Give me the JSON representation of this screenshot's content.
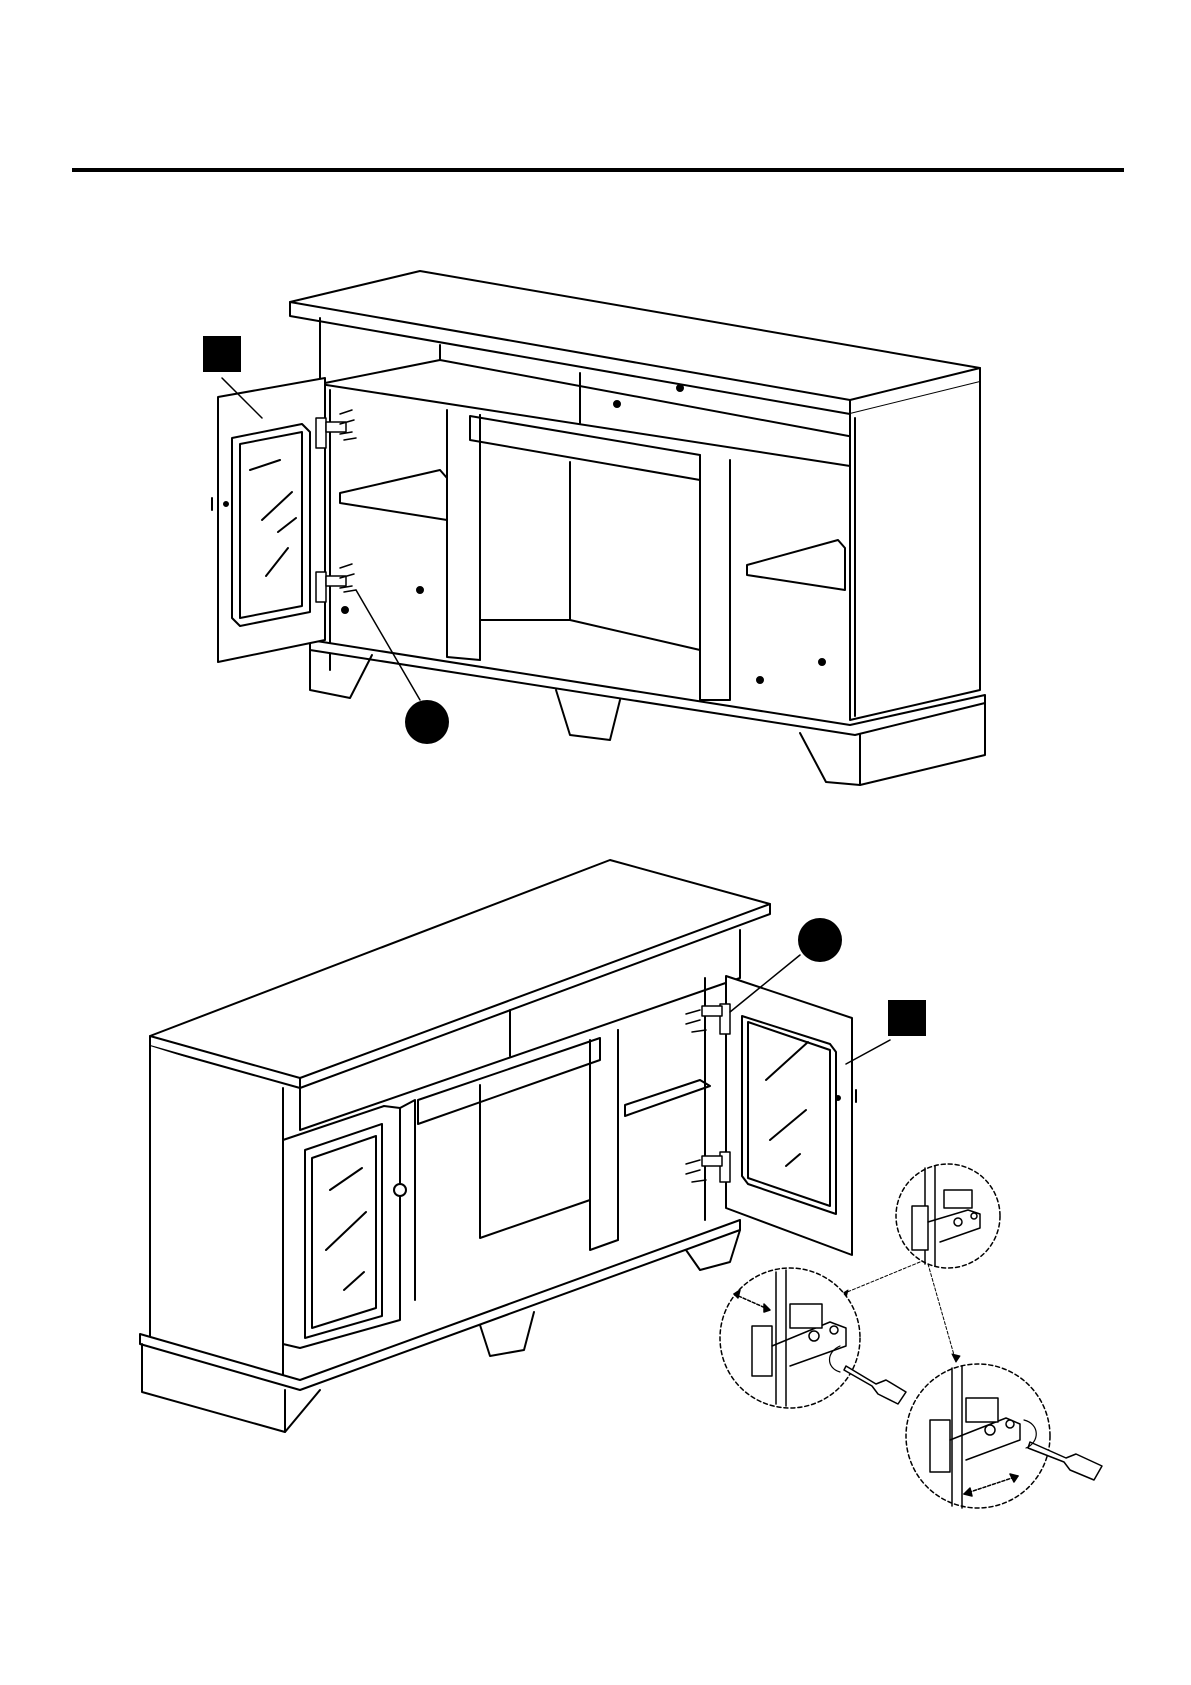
{
  "page": {
    "footer_text": "",
    "colors": {
      "line": "#000000",
      "paper": "#ffffff"
    }
  },
  "figures": [
    {
      "id": "top",
      "callouts": [
        {
          "kind": "square",
          "text": ""
        },
        {
          "kind": "circle",
          "text": ""
        }
      ]
    },
    {
      "id": "bottom",
      "callouts": [
        {
          "kind": "circle",
          "text": ""
        },
        {
          "kind": "square",
          "text": ""
        }
      ]
    }
  ]
}
